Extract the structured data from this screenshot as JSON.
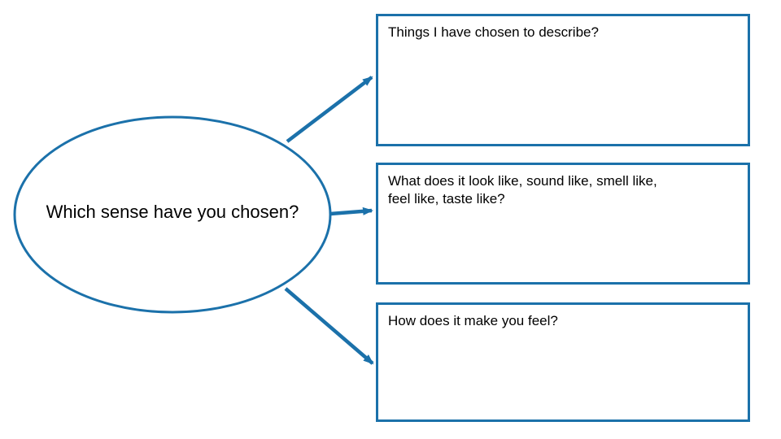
{
  "ellipse": {
    "label": "Which sense have you chosen?"
  },
  "boxes": [
    {
      "id": "things-to-describe",
      "lines": [
        "Things I have chosen to describe?"
      ]
    },
    {
      "id": "sense-details",
      "lines": [
        "What does it look like, sound like, smell like,",
        "feel like, taste like?"
      ]
    },
    {
      "id": "feelings",
      "lines": [
        "How does it make you feel?"
      ]
    }
  ],
  "colors": {
    "shape_outline": "#1b71aa",
    "text": "#000000",
    "background": "#ffffff"
  }
}
